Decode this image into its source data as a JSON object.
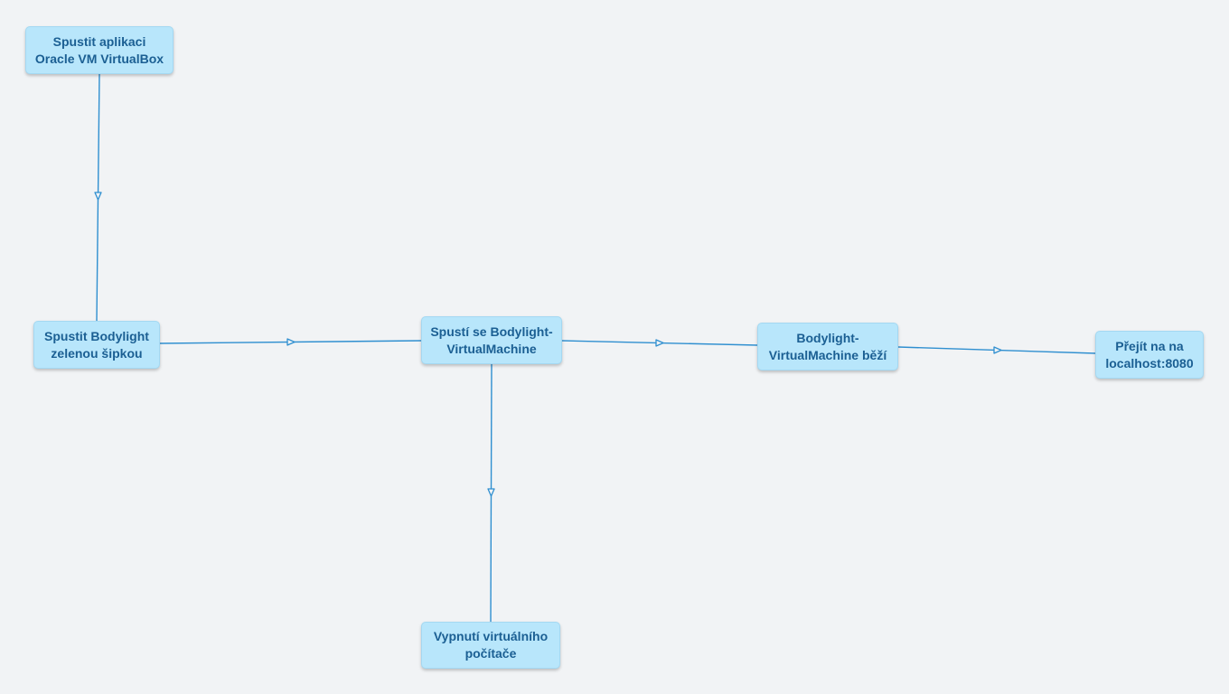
{
  "diagram": {
    "nodes": [
      {
        "id": "start-virtualbox",
        "label": "Spustit aplikaci\nOracle VM VirtualBox"
      },
      {
        "id": "start-bodylight",
        "label": "Spustit Bodylight\nzelenou šipkou"
      },
      {
        "id": "vm-starts",
        "label": "Spustí se Bodylight-\nVirtualMachine"
      },
      {
        "id": "vm-running",
        "label": "Bodylight-\nVirtualMachine běží"
      },
      {
        "id": "goto-localhost",
        "label": "Přejít na na\nlocalhost:8080"
      },
      {
        "id": "shutdown-vm",
        "label": "Vypnutí virtuálního\npočítače"
      }
    ],
    "edges": [
      {
        "from": "start-virtualbox",
        "to": "start-bodylight"
      },
      {
        "from": "start-bodylight",
        "to": "vm-starts"
      },
      {
        "from": "vm-starts",
        "to": "vm-running"
      },
      {
        "from": "vm-running",
        "to": "goto-localhost"
      },
      {
        "from": "vm-starts",
        "to": "shutdown-vm"
      }
    ],
    "colors": {
      "background": "#f1f3f5",
      "node_fill": "#b8e6fb",
      "node_text": "#1b5f93",
      "edge": "#2f8fd0"
    }
  }
}
